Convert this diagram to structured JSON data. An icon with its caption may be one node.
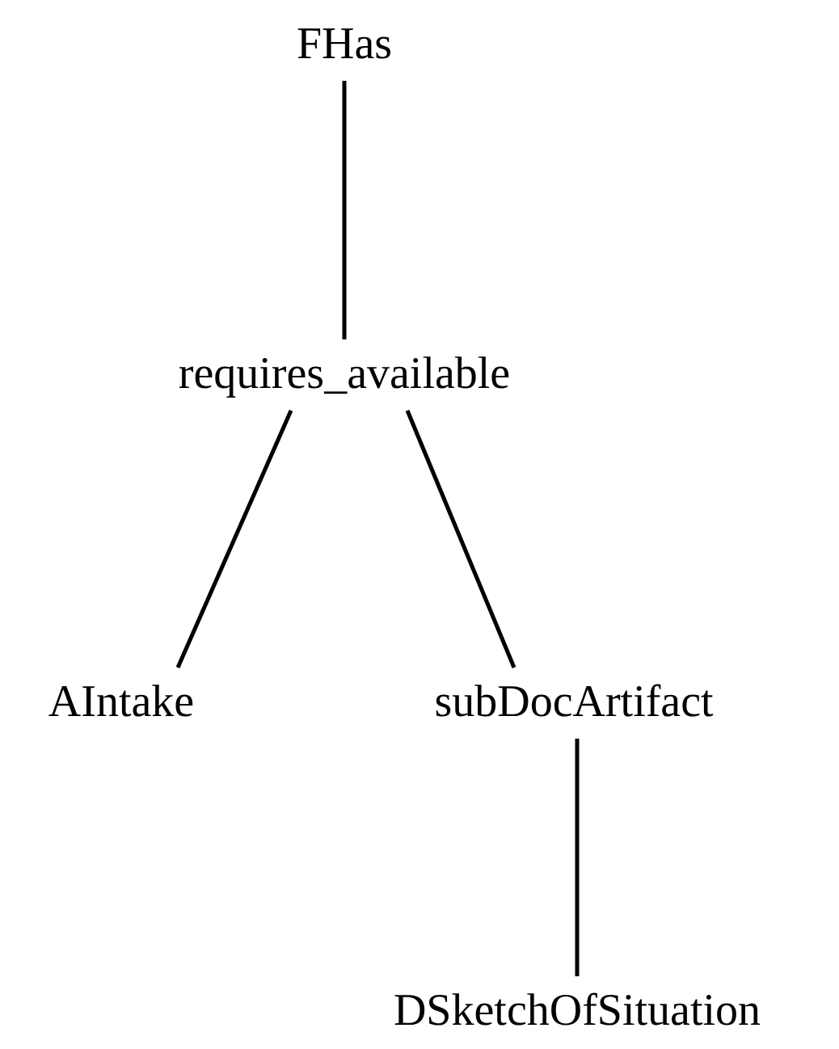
{
  "diagram": {
    "nodes": [
      {
        "text": [
          "FHas"
        ]
      },
      {
        "text": [
          "requires_available"
        ]
      },
      {
        "text": [
          "AIntake"
        ]
      },
      {
        "text": [
          "subDocArtifact"
        ]
      },
      {
        "text": [
          "DSketchOfSituation"
        ]
      }
    ],
    "edges": [
      {
        "from": 0,
        "to": 1,
        "arrow": "none"
      },
      {
        "from": 1,
        "to": 2,
        "arrow": "none"
      },
      {
        "from": 1,
        "to": 3,
        "arrow": "none"
      },
      {
        "from": 3,
        "to": 4,
        "arrow": "none"
      }
    ]
  }
}
